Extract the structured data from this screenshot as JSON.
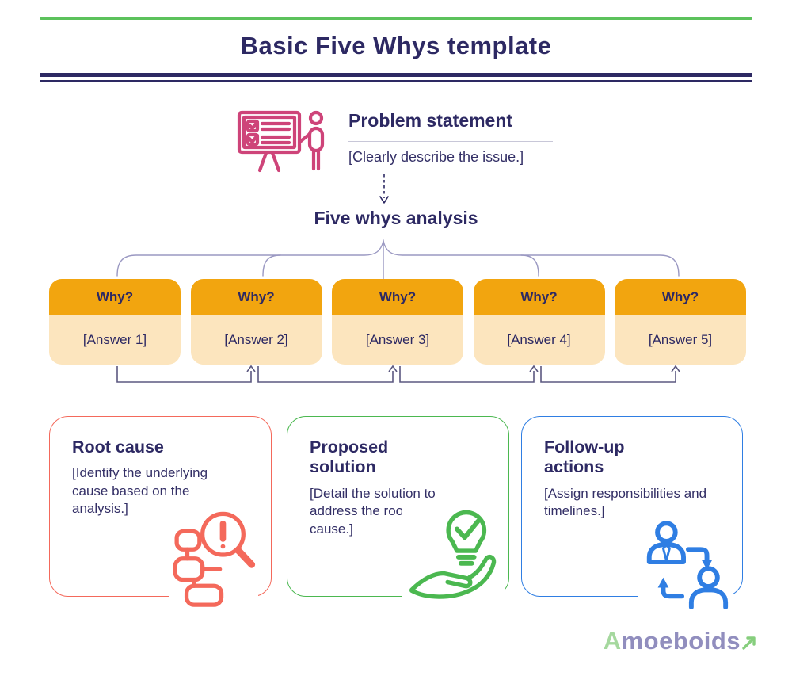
{
  "header": {
    "title": "Basic Five Whys template"
  },
  "problem": {
    "title": "Problem statement",
    "hint": "[Clearly describe the issue.]",
    "icon": "presentation-trainer-icon"
  },
  "analysis": {
    "title": "Five whys analysis",
    "boxes": [
      {
        "label": "Why?",
        "answer": "[Answer 1]"
      },
      {
        "label": "Why?",
        "answer": "[Answer 2]"
      },
      {
        "label": "Why?",
        "answer": "[Answer 3]"
      },
      {
        "label": "Why?",
        "answer": "[Answer 4]"
      },
      {
        "label": "Why?",
        "answer": "[Answer 5]"
      }
    ]
  },
  "cards": [
    {
      "title": "Root cause",
      "body": "[Identify the underlying cause based on the analysis.]",
      "icon": "root-cause-magnifier-icon",
      "accent": "#F4695B"
    },
    {
      "title": "Proposed solution",
      "body": "[Detail the solution to address the root cause.]",
      "icon": "solution-bulb-hand-icon",
      "accent": "#4BB850"
    },
    {
      "title": "Follow-up actions",
      "body": "[Assign responsibilities and timelines.]",
      "icon": "people-handoff-icon",
      "accent": "#2F7EE3"
    }
  ],
  "logo": {
    "text_first": "A",
    "text_rest": "moeboids",
    "arrow": "up-right-arrow-icon"
  },
  "colors": {
    "navy": "#2D2963",
    "top_line_green": "#5CC25C",
    "amber_header": "#F2A50F",
    "cream_body": "#FCE5BE",
    "pink_icon": "#CE4479",
    "coral_accent": "#F4695B",
    "green_accent": "#4BB850",
    "blue_accent": "#2F7EE3",
    "connector_line": "#5B5880",
    "brace_line": "#9A98C2",
    "logo_lavender": "#918EBE",
    "logo_green": "#86CE7D"
  }
}
